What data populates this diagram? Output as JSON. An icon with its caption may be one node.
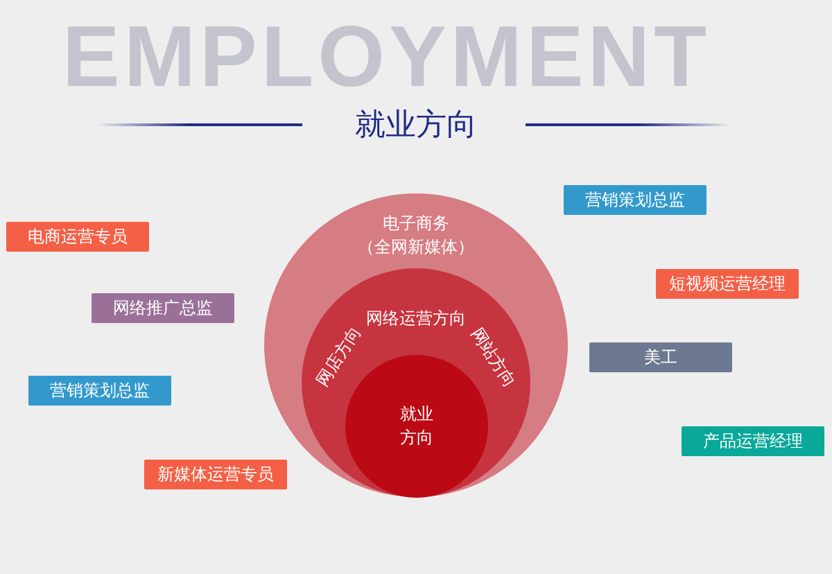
{
  "diagram": {
    "title": "就业方向",
    "nodes": [
      {
        "text": [
          "电子商务（全网新媒体）"
        ]
      },
      {
        "text": [
          "网络运营方向",
          "网店方向",
          "网站方向"
        ],
        "in": 0
      },
      {
        "text": [
          "就业方向"
        ],
        "in": 1
      },
      {
        "text": [
          "营销策划总监"
        ]
      },
      {
        "text": [
          "电商运营专员"
        ]
      },
      {
        "text": [
          "短视频运营经理"
        ]
      },
      {
        "text": [
          "网络推广总监"
        ]
      },
      {
        "text": [
          "美工"
        ]
      },
      {
        "text": [
          "营销策划总监"
        ]
      },
      {
        "text": [
          "产品运营经理"
        ]
      },
      {
        "text": [
          "新媒体运营专员"
        ]
      }
    ],
    "labels": [
      "EMPLOYMENT"
    ]
  }
}
